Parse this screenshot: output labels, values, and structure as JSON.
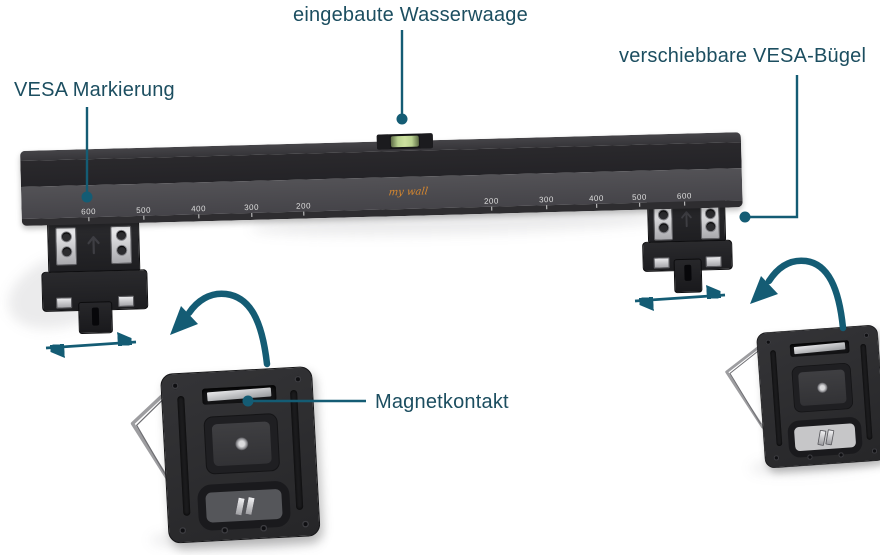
{
  "annotations": {
    "spirit_level": {
      "label": "eingebaute Wasserwaage"
    },
    "vesa_marking": {
      "label": "VESA Markierung"
    },
    "vesa_bracket": {
      "label": "verschiebbare VESA-Bügel"
    },
    "magnet_contact": {
      "label": "Magnetkontakt"
    }
  },
  "brand": {
    "logo_text": "my wall"
  },
  "scale": {
    "left": [
      "600",
      "500",
      "400",
      "300",
      "200"
    ],
    "right": [
      "200",
      "300",
      "400",
      "500",
      "600"
    ]
  },
  "colors": {
    "annotation_text": "#1c4e60",
    "annotation_line": "#145c74",
    "rail_dark": "#262529",
    "rail_scale_band": "#4b4a4e",
    "logo_orange": "#d9882e",
    "level_bubble_green": "#b9d18f",
    "metal_silver": "#c9c9cc",
    "background": "#ffffff"
  }
}
